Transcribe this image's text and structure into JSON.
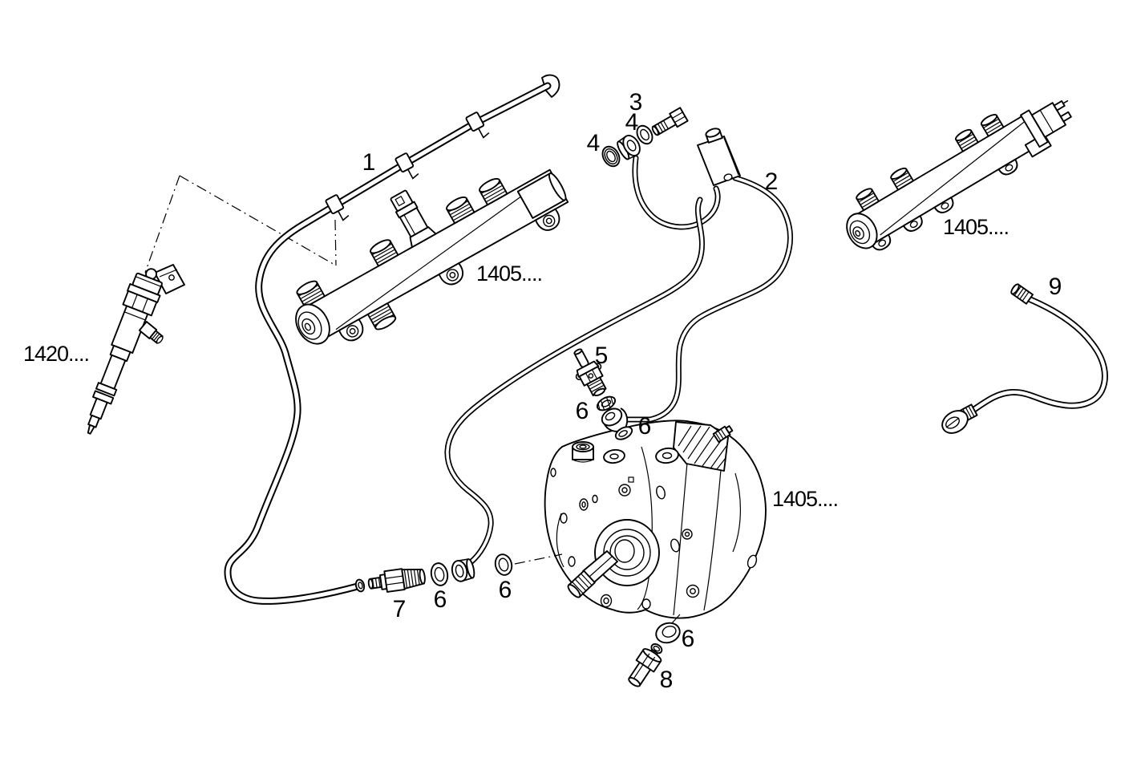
{
  "diagram": {
    "background": "#ffffff",
    "ink": "#000000",
    "callouts": [
      {
        "id": "callout-1",
        "text": "1"
      },
      {
        "id": "callout-2",
        "text": "2"
      },
      {
        "id": "callout-3",
        "text": "3"
      },
      {
        "id": "callout-4-upper",
        "text": "4"
      },
      {
        "id": "callout-4-left",
        "text": "4"
      },
      {
        "id": "callout-5",
        "text": "5"
      },
      {
        "id": "callout-6-a",
        "text": "6"
      },
      {
        "id": "callout-6-b",
        "text": "6"
      },
      {
        "id": "callout-6-c",
        "text": "6"
      },
      {
        "id": "callout-6-d",
        "text": "6"
      },
      {
        "id": "callout-6-e",
        "text": "6"
      },
      {
        "id": "callout-7",
        "text": "7"
      },
      {
        "id": "callout-8",
        "text": "8"
      },
      {
        "id": "callout-9",
        "text": "9"
      }
    ],
    "references": [
      {
        "id": "ref-rail-center",
        "text": "1405...."
      },
      {
        "id": "ref-rail-right",
        "text": "1405...."
      },
      {
        "id": "ref-pump",
        "text": "1405...."
      },
      {
        "id": "ref-injector",
        "text": "1420...."
      }
    ]
  }
}
